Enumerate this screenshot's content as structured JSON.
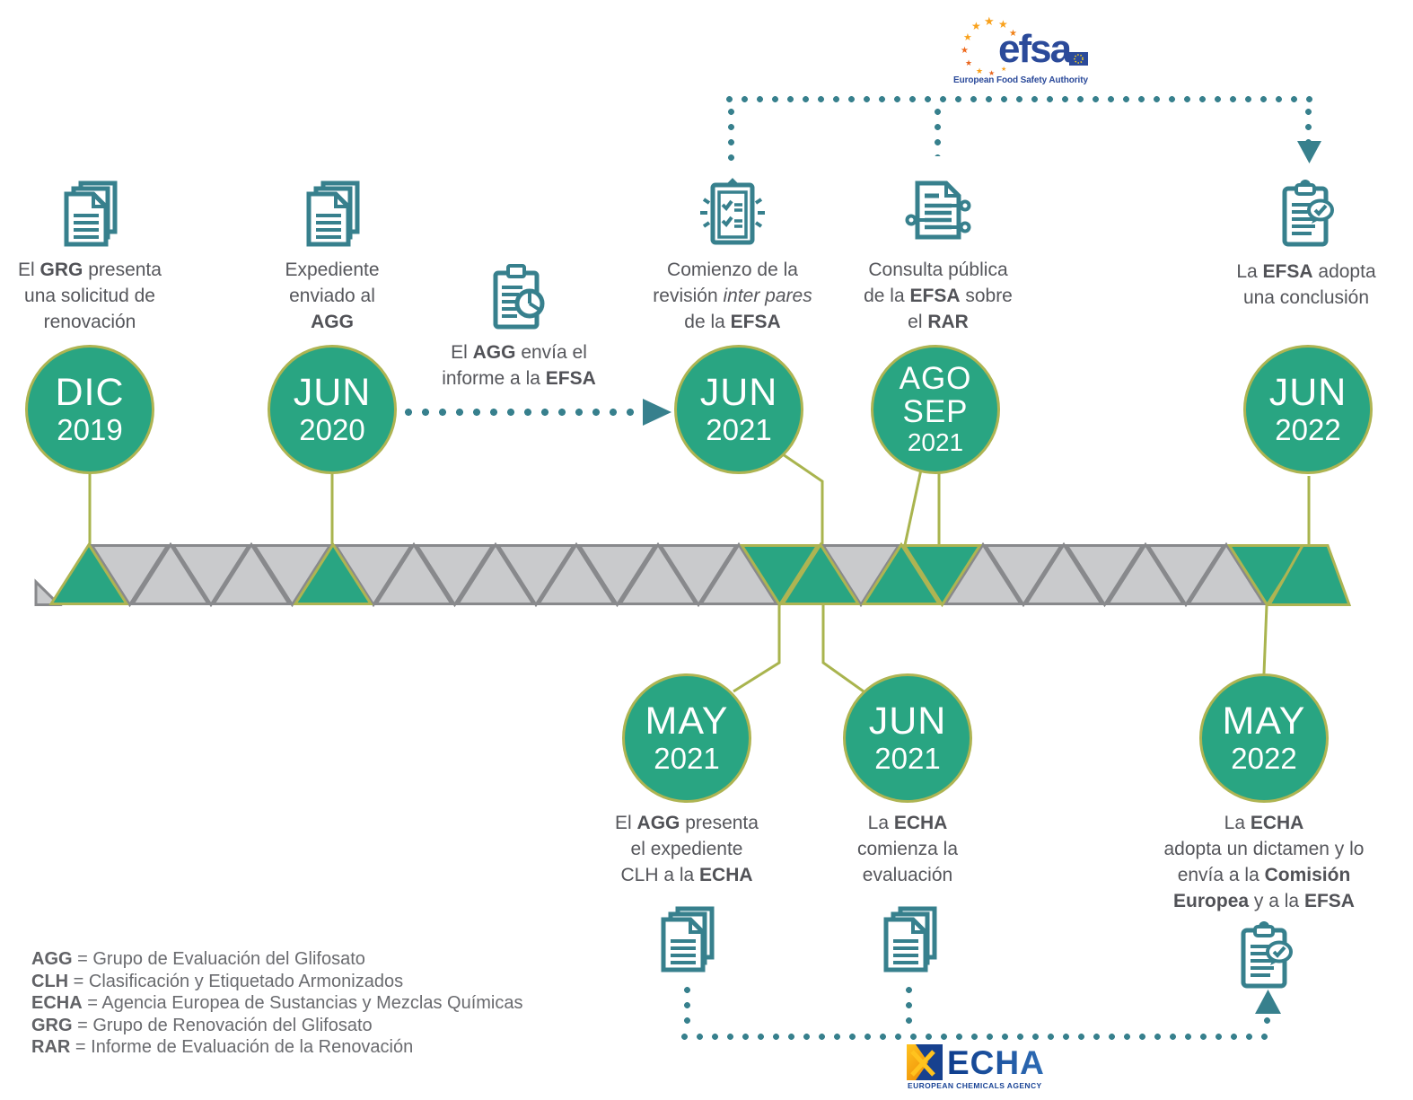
{
  "palette": {
    "teal": "#37808d",
    "circle_green": "#29a582",
    "olive_border": "#aeb452",
    "triangle_gray": "#c9cacc",
    "triangle_gray_stroke": "#88898c",
    "label_text": "#55565b",
    "efsa_blue": "#2b4a9a",
    "efsa_star_orange": "#f9a11b",
    "echa_blue": "#1a4496",
    "echa_yellow": "#fdc21e"
  },
  "efsa": {
    "brand": "efsa",
    "tagline": "European Food Safety Authority"
  },
  "echa": {
    "brand": "ECHA",
    "tagline": "EUROPEAN CHEMICALS AGENCY"
  },
  "events_top": [
    {
      "id": "grg-request",
      "icon": "documents-stack-icon",
      "label_lines": [
        [
          [
            "El ",
            ""
          ],
          [
            "GRG",
            "b"
          ],
          [
            " presenta",
            ""
          ]
        ],
        [
          [
            "una solicitud de",
            ""
          ]
        ],
        [
          [
            "renovación",
            ""
          ]
        ]
      ],
      "date": {
        "months": [
          "DIC"
        ],
        "year": "2019"
      }
    },
    {
      "id": "dossier-to-agg",
      "icon": "documents-stack-icon",
      "label_lines": [
        [
          [
            "Expediente",
            ""
          ]
        ],
        [
          [
            "enviado al",
            ""
          ]
        ],
        [
          [
            "AGG",
            "b"
          ]
        ]
      ],
      "date": {
        "months": [
          "JUN"
        ],
        "year": "2020"
      }
    },
    {
      "id": "agg-sends-report",
      "icon": "clipboard-chart-icon",
      "label_lines": [
        [
          [
            "El ",
            ""
          ],
          [
            "AGG",
            "b"
          ],
          [
            " envía el",
            ""
          ]
        ],
        [
          [
            "informe a la ",
            ""
          ],
          [
            "EFSA",
            "b"
          ]
        ]
      ]
    },
    {
      "id": "peer-review-start",
      "icon": "clipboard-checklist-icon",
      "label_lines": [
        [
          [
            "Comienzo de la",
            ""
          ]
        ],
        [
          [
            "revisión ",
            ""
          ],
          [
            "inter pares",
            "i"
          ]
        ],
        [
          [
            "de la ",
            ""
          ],
          [
            "EFSA",
            "b"
          ]
        ]
      ],
      "date": {
        "months": [
          "JUN"
        ],
        "year": "2021"
      }
    },
    {
      "id": "public-consultation-rar",
      "icon": "document-network-icon",
      "label_lines": [
        [
          [
            "Consulta pública",
            ""
          ]
        ],
        [
          [
            "de la ",
            ""
          ],
          [
            "EFSA",
            "b"
          ],
          [
            " sobre",
            ""
          ]
        ],
        [
          [
            "el ",
            ""
          ],
          [
            "RAR",
            "b"
          ]
        ]
      ],
      "date": {
        "months": [
          "AGO",
          "SEP"
        ],
        "year": "2021"
      }
    },
    {
      "id": "efsa-conclusion",
      "icon": "clipboard-approved-icon",
      "label_lines": [
        [
          [
            "La ",
            ""
          ],
          [
            "EFSA",
            "b"
          ],
          [
            " adopta",
            ""
          ]
        ],
        [
          [
            "una conclusión",
            ""
          ]
        ]
      ],
      "date": {
        "months": [
          "JUN"
        ],
        "year": "2022"
      }
    }
  ],
  "events_bottom": [
    {
      "id": "agg-clh-dossier",
      "icon": "documents-stack-icon",
      "label_lines": [
        [
          [
            "El ",
            ""
          ],
          [
            "AGG",
            "b"
          ],
          [
            " presenta",
            ""
          ]
        ],
        [
          [
            "el expediente",
            ""
          ]
        ],
        [
          [
            "CLH a la ",
            ""
          ],
          [
            "ECHA",
            "b"
          ]
        ]
      ],
      "date": {
        "months": [
          "MAY"
        ],
        "year": "2021"
      }
    },
    {
      "id": "echa-starts-evaluation",
      "icon": "documents-stack-icon",
      "label_lines": [
        [
          [
            "La ",
            ""
          ],
          [
            "ECHA",
            "b"
          ]
        ],
        [
          [
            "comienza la",
            ""
          ]
        ],
        [
          [
            "evaluación",
            ""
          ]
        ]
      ],
      "date": {
        "months": [
          "JUN"
        ],
        "year": "2021"
      }
    },
    {
      "id": "echa-opinion",
      "icon": "clipboard-approved-icon",
      "label_lines": [
        [
          [
            "La ",
            ""
          ],
          [
            "ECHA",
            "b"
          ]
        ],
        [
          [
            "adopta un dictamen y lo",
            ""
          ]
        ],
        [
          [
            "envía a la ",
            ""
          ],
          [
            "Comisión",
            "b"
          ]
        ],
        [
          [
            "Europea",
            "b"
          ],
          [
            " y a la ",
            ""
          ],
          [
            "EFSA",
            "b"
          ]
        ]
      ],
      "date": {
        "months": [
          "MAY"
        ],
        "year": "2022"
      }
    }
  ],
  "legend_lines": [
    [
      [
        "AGG",
        "b"
      ],
      [
        " = Grupo de Evaluación del Glifosato",
        ""
      ]
    ],
    [
      [
        "CLH",
        "b"
      ],
      [
        " = Clasificación y Etiquetado Armonizados",
        ""
      ]
    ],
    [
      [
        "ECHA",
        "b"
      ],
      [
        " = Agencia Europea de Sustancias y Mezclas Químicas",
        ""
      ]
    ],
    [
      [
        "GRG",
        "b"
      ],
      [
        " = Grupo de Renovación del Glifosato",
        ""
      ]
    ],
    [
      [
        "RAR",
        "b"
      ],
      [
        " = Informe de Evaluación de la Renovación",
        ""
      ]
    ]
  ]
}
